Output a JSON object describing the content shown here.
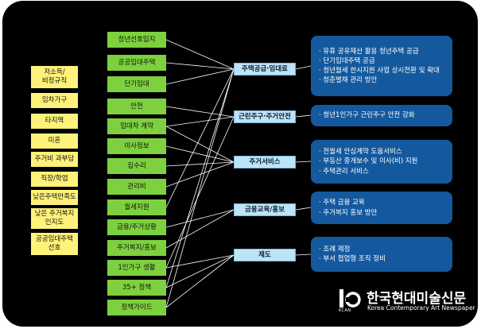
{
  "left_items": [
    "저소득/\n비정규직",
    "임차가구",
    "타지역",
    "미혼",
    "주거비 과부담",
    "직장/학업",
    "낮은주택만족도",
    "낮은 주거복지\n인지도",
    "공공임대주택\n선호"
  ],
  "middle_items": [
    "청년선호입지",
    "공공임대주택",
    "단기임대",
    "안전",
    "임대차 계약",
    "이사정보",
    "집수리",
    "관리비",
    "월세지원",
    "금융/주거상황",
    "주거복지/홍보",
    "1인가구 생활",
    "35+ 정책",
    "정책가이드"
  ],
  "categories": [
    "주택공급·임대료",
    "근린주구·주거안전",
    "주거서비스",
    "금융교육/홍보",
    "제도"
  ],
  "descriptions": [
    [
      "· 유휴 공유재산 활용 청년주택 공급",
      "· 단기임대주택 공급",
      "· 청년월세 한시지원 사업 상시전환 및 확대",
      "· 청춘별채 관리 방안"
    ],
    [
      "· 청년1인가구 근린주구 안전 강화"
    ],
    [
      "· 전월세 안심계약 도움서비스",
      "· 부동산 중개보수 및 이사(비) 지원",
      "· 주택관리 서비스"
    ],
    [
      "· 주택 금융 교육",
      "· 주거복지 홍보 방안"
    ],
    [
      "· 조례 제정",
      "· 부서 협업형 조직 정비"
    ]
  ],
  "logo": {
    "title": "한국현대미술신문",
    "subtitle": "Korea Contemporary Art Newspaper",
    "kcan": "KCAN",
    "icon": "kcan-logo-icon"
  },
  "colors": {
    "panel": "#000000",
    "left_box": "#fff27a",
    "middle_box": "#7dd13e",
    "category_box": "#bde3f7",
    "description_box": "#14599e",
    "connector": "#ffffff"
  }
}
